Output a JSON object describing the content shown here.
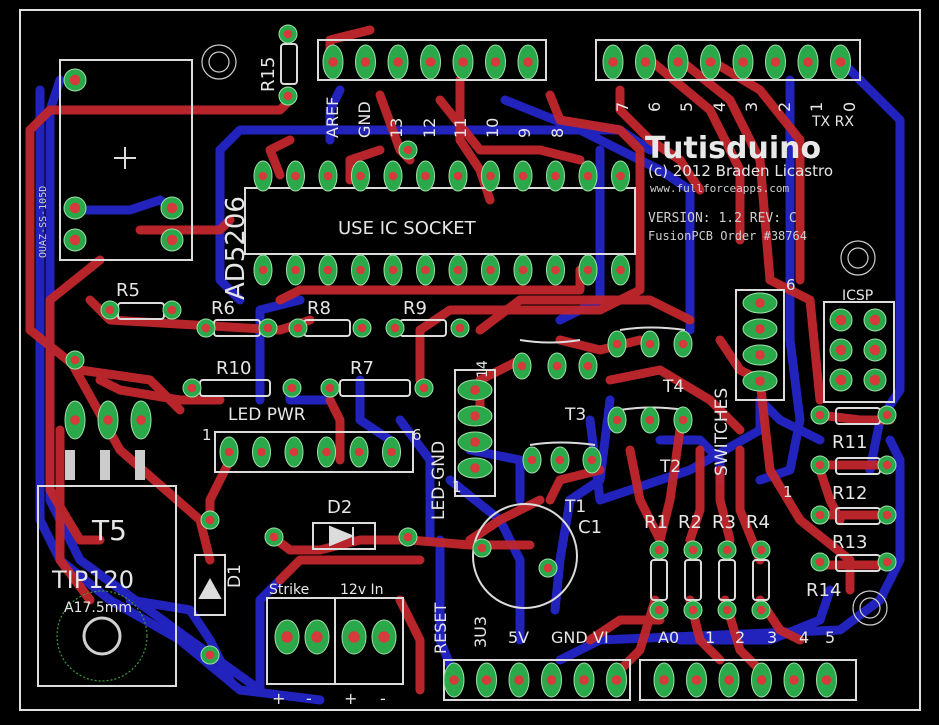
{
  "board": {
    "title": "Tutisduino",
    "copyright": "(c) 2012 Braden Licastro",
    "website": "www.fullforceapps.com",
    "version": "VERSION: 1.2 REV: C",
    "order": "FusionPCB Order #38764"
  },
  "labels": {
    "ic_name": "AD5206",
    "ic_note": "USE IC SOCKET",
    "relay": "OUAZ-SS-105D",
    "transistor": "T5",
    "transistor_part": "TIP120",
    "heatsink": "A17.5mm",
    "diode1": "D1",
    "diode2": "D2",
    "led_pwr": "LED PWR",
    "led_gnd": "LED-GND",
    "switches": "SWITCHES",
    "icsp": "ICSP",
    "strike": "Strike",
    "v12": "12v In",
    "reset": "RESET",
    "cap": "C1",
    "t1": "T1",
    "t2": "T2",
    "t3": "T3",
    "t4": "T4",
    "pin1_a": "1",
    "pin1_b": "1",
    "pin1_c": "1",
    "pin6_a": "6",
    "pin6_b": "6",
    "pin14": "14",
    "plus_a": "+",
    "minus_a": "-",
    "plus_b": "+",
    "minus_b": "-"
  },
  "resistors": [
    "R5",
    "R6",
    "R8",
    "R9",
    "R10",
    "R7",
    "R1",
    "R2",
    "R3",
    "R4",
    "R11",
    "R12",
    "R13",
    "R14",
    "R15"
  ],
  "top_header_labels": [
    "AREF",
    "GND",
    "13",
    "12",
    "11",
    "10",
    "9",
    "8"
  ],
  "top_header_labels_right": [
    "7",
    "6",
    "5",
    "4",
    "3",
    "2",
    "1",
    "0"
  ],
  "tx_rx": "TX RX",
  "bottom_power_labels": [
    "3U3",
    "5V",
    "GND",
    "VI"
  ],
  "bottom_analog_labels": [
    "A0",
    "1",
    "2",
    "3",
    "4",
    "5"
  ],
  "colors": {
    "background": "#000000",
    "top_copper": "#c1272d",
    "bottom_copper": "#2424c8",
    "pad": "#2aa84a",
    "via_center": "#d63a3a",
    "silkscreen": "#e6e6e6",
    "outline": "#e0e0e0"
  }
}
